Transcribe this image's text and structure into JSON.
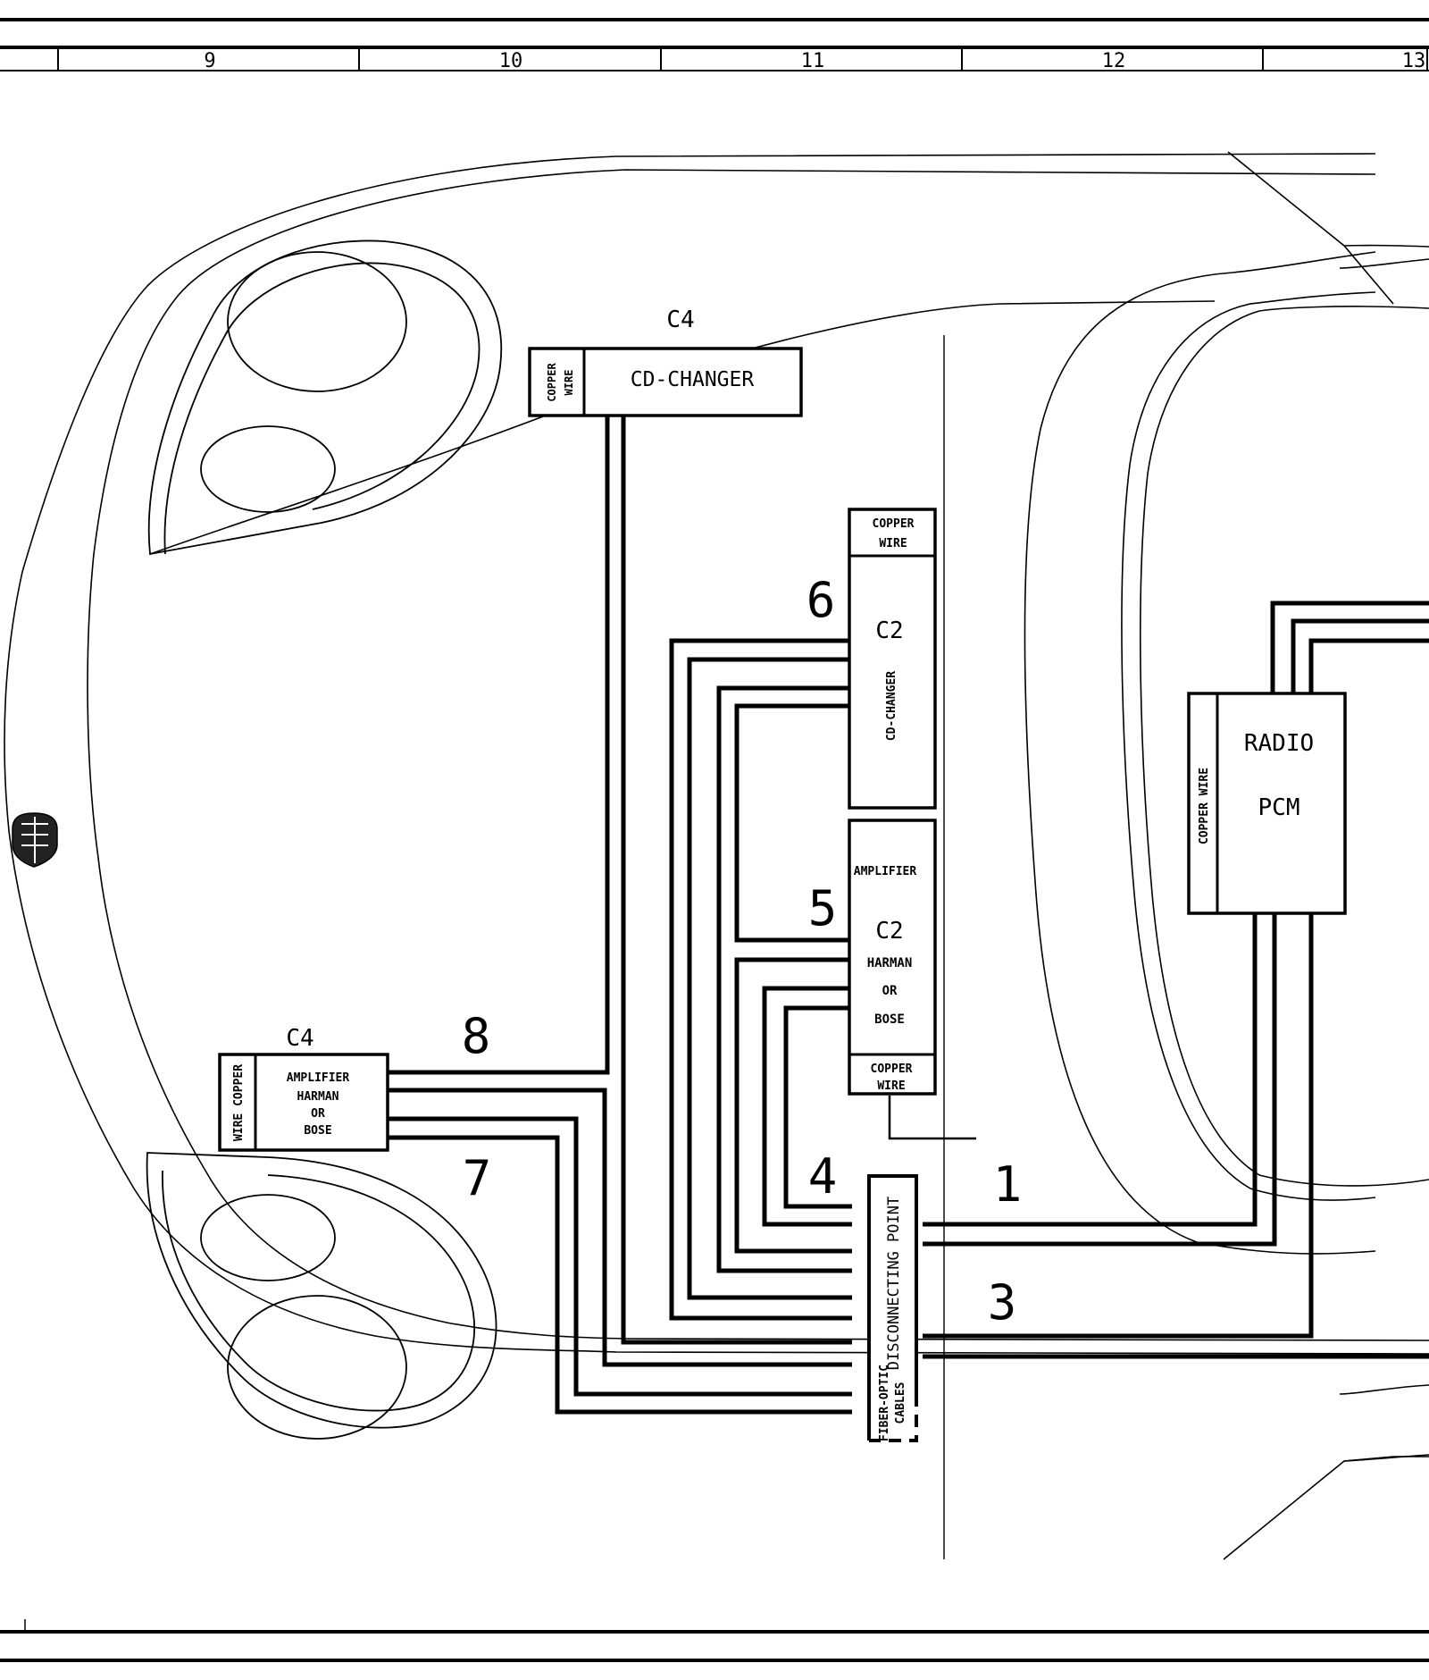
{
  "frame": {
    "column_numbers": [
      "9",
      "10",
      "11",
      "12",
      "13"
    ]
  },
  "components": {
    "cd_changer_c4": {
      "connector": "C4",
      "name": "CD-CHANGER",
      "wire_label_1": "COPPER",
      "wire_label_2": "WIRE"
    },
    "cd_changer_c2": {
      "wire_label_1": "COPPER",
      "wire_label_2": "WIRE",
      "connector": "C2",
      "name": "CD-CHANGER"
    },
    "amplifier_c2": {
      "name_top": "AMPLIFIER",
      "connector": "C2",
      "line_1": "HARMAN",
      "line_2": "OR",
      "line_3": "BOSE",
      "wire_label_1": "COPPER",
      "wire_label_2": "WIRE"
    },
    "amplifier_c4": {
      "connector": "C4",
      "wire_label": "WIRE COPPER",
      "line_1": "AMPLIFIER",
      "line_2": "HARMAN",
      "line_3": "OR",
      "line_4": "BOSE"
    },
    "radio": {
      "name_1": "RADIO",
      "name_2": "PCM",
      "wire_label": "COPPER  WIRE"
    },
    "disconnecting_point": {
      "name": "DISCONNECTING POINT",
      "legend_1": "FIBER-OPTIC",
      "legend_2": "CABLES"
    }
  },
  "callouts": {
    "n1": "1",
    "n3": "3",
    "n4": "4",
    "n5": "5",
    "n6": "6",
    "n7": "7",
    "n8": "8"
  }
}
